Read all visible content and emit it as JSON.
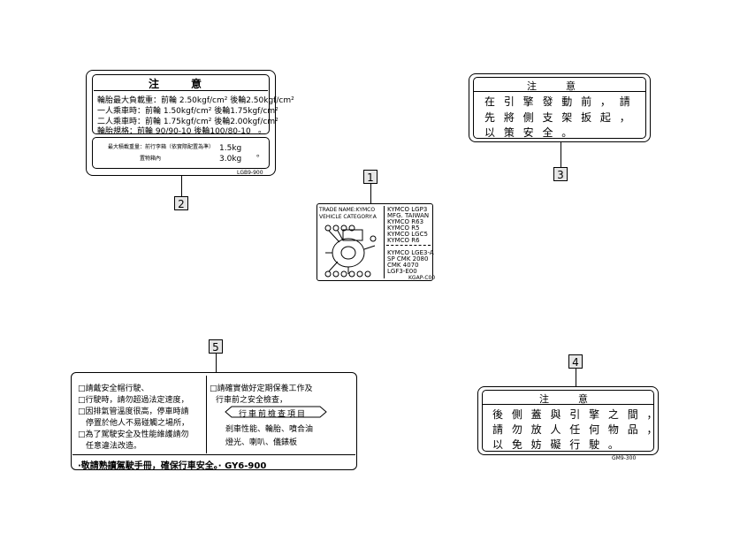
{
  "callouts": [
    "1",
    "2",
    "3",
    "4",
    "5"
  ],
  "label2": {
    "title": "注　　　意",
    "rows": [
      "輪胎最大負載重：前輪 2.50kgf/cm² 後輪2.50kgf/cm²",
      "一人乘車時：前輪 1.50kgf/cm² 後輪1.75kgf/cm²",
      "二人乘車時：前輪 1.75kgf/cm² 後輪2.00kgf/cm²",
      "輪胎規格：前輪 90/90-10 後輪100/80-10"
    ],
    "row_marks": [
      "",
      "",
      "",
      "。"
    ],
    "bottom_left_1": "最大積載重量：前行李箱（依實際配置為準）",
    "bottom_left_2": "置物箱內",
    "bottom_right_1": "1.5kg",
    "bottom_right_2": "3.0kg",
    "bottom_mark": "。",
    "code": "LGB9-900"
  },
  "label1": {
    "left_1": "TRADE NAME:KYMCO",
    "left_2": "VEHICLE CATEGORY:A",
    "right_lines": [
      "KYMCO LGP3",
      "MFG. TAIWAN",
      "KYMCO R63",
      "KYMCO R5",
      "KYMCO LGC5",
      "KYMCO R6",
      "KYMCO LGE3-A",
      "SP CMK 2080",
      "CMK 4070",
      "LGF3-E00"
    ],
    "code": "KGAP-C00"
  },
  "label3": {
    "title": "注　　　意",
    "lines": [
      "在 引 擎 發 動 前 ， 請",
      "先 將 側 支 架 扳 起 ，",
      "以 策 安 全 。"
    ]
  },
  "label4": {
    "title": "注　　　意",
    "lines": [
      "後 側 蓋 與 引 擎 之 間 ，",
      "請 勿 放 人 任 何 物 品 ，",
      "以 免 妨 礙 行 駛 。"
    ],
    "code": "GM9-300"
  },
  "label5": {
    "left_lines": [
      "□請戴安全帽行駛、",
      "□行駛時，請勿超過法定速度，",
      "□因排氣管溫度很高，停車時請",
      "　停置於他人不易碰觸之場所，",
      "□為了駕駛安全及性能維護請勿",
      "　任意違法改造。"
    ],
    "right_1": "□請確實做好定期保養工作及",
    "right_2": "行車前之安全檢查，",
    "banner": "行車前檢查項目",
    "check_1": "剎車性能、輪胎、噴合油",
    "check_2": "燈光、喇叭、儀錶板",
    "footer": "·敬請熟讀駕駛手冊，確保行車安全。· GY6-900"
  }
}
